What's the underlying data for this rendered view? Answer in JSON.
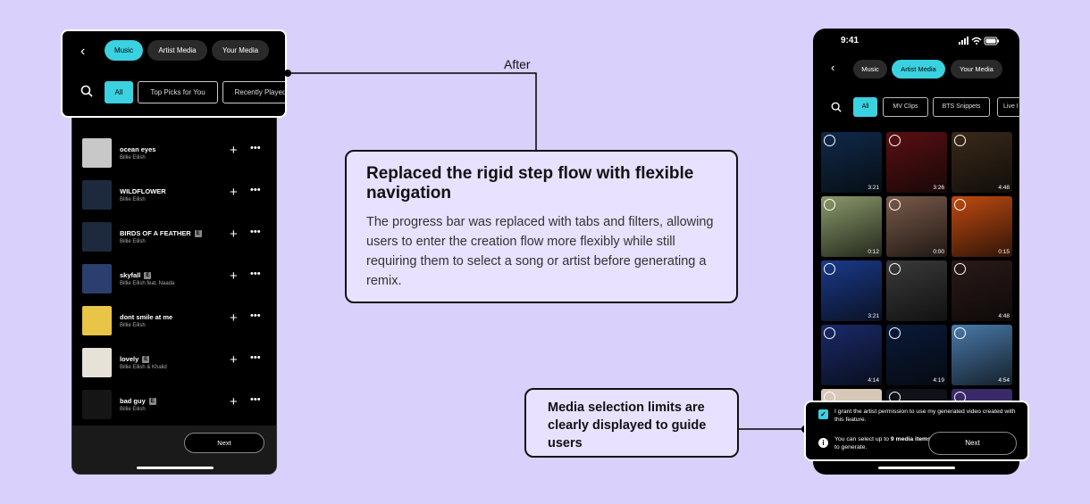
{
  "connector_label": "After",
  "left_header": {
    "tabs": [
      "Music",
      "Artist Media",
      "Your Media"
    ],
    "active_tab": "Music",
    "filters": [
      "All",
      "Top Picks for You",
      "Recently Played"
    ],
    "active_filter": "All"
  },
  "songs": [
    {
      "title": "ocean eyes",
      "artist": "Billie Eilish",
      "explicit": false,
      "thumb": "#c8c8c8"
    },
    {
      "title": "WILDFLOWER",
      "artist": "Billie Eilish",
      "explicit": false,
      "thumb": "#1d2a3d"
    },
    {
      "title": "BIRDS OF A FEATHER",
      "artist": "Billie Eilish",
      "explicit": true,
      "thumb": "#1d2a3d"
    },
    {
      "title": "skyfall",
      "artist": "Billie Eilish feat. Naada",
      "explicit": true,
      "thumb": "#2b3f6e"
    },
    {
      "title": "dont smile at me",
      "artist": "Billie Eilish",
      "explicit": false,
      "thumb": "#e8c547"
    },
    {
      "title": "lovely",
      "artist": "Billie Eilish & Khalid",
      "explicit": true,
      "thumb": "#e6e2d8"
    },
    {
      "title": "bad guy",
      "artist": "Billie Eilish",
      "explicit": true,
      "thumb": "#151515"
    }
  ],
  "left_next": "Next",
  "callout_main": {
    "title": "Replaced the rigid step flow with flexible navigation",
    "body": "The progress bar was replaced with tabs and filters, allowing users to enter the creation flow more flexibly while still requiring them to select a song or artist before generating a remix."
  },
  "callout_small": {
    "body": "Media selection limits are clearly displayed to guide users"
  },
  "right_phone": {
    "time": "9:41",
    "tabs": [
      "Music",
      "Artist Media",
      "Your Media"
    ],
    "active_tab": "Artist Media",
    "filters": [
      "All",
      "MV Clips",
      "BTS Snippets",
      "Live I"
    ],
    "active_filter": "All",
    "media": [
      {
        "duration": "3:21",
        "color": "#0f2a4a"
      },
      {
        "duration": "3:26",
        "color": "#5a0f12"
      },
      {
        "duration": "4:48",
        "color": "#3a2a1a"
      },
      {
        "duration": "0:12",
        "color": "#8a9a6a"
      },
      {
        "duration": "0:00",
        "color": "#7a5a4a"
      },
      {
        "duration": "0:15",
        "color": "#c04a10"
      },
      {
        "duration": "3:21",
        "color": "#1a3a8a"
      },
      {
        "duration": "",
        "color": "#3a3a3a"
      },
      {
        "duration": "4:48",
        "color": "#2a1a18"
      },
      {
        "duration": "4:14",
        "color": "#1a2a6a"
      },
      {
        "duration": "4:19",
        "color": "#0a1a3a"
      },
      {
        "duration": "4:54",
        "color": "#4a7aaa"
      }
    ],
    "grant_text": "I grant the artist permission to use my generated video created with this feature.",
    "limit_prefix": "You can select up to ",
    "limit_bold": "9 media items",
    "limit_suffix": " to generate.",
    "next": "Next"
  }
}
